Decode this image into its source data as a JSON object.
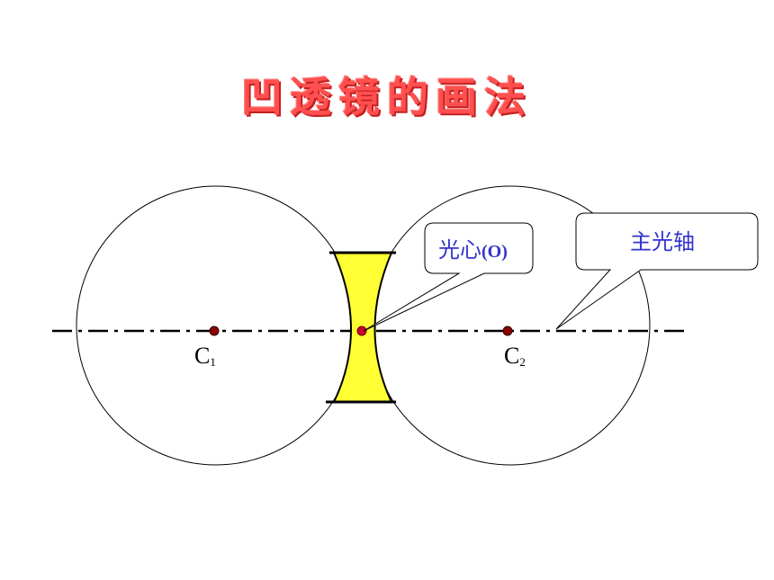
{
  "title": "凹透镜的画法",
  "labels": {
    "c1_main": "C",
    "c1_sub": "1",
    "c2_main": "C",
    "c2_sub": "2"
  },
  "callouts": {
    "optical_center_cn": "光心",
    "optical_center_symbol": "(O)",
    "principal_axis": "主光轴"
  },
  "colors": {
    "title": "#ff4f4f",
    "lens_fill": "#ffff33",
    "callout_text": "#3333cc",
    "point": "#8b0000",
    "optical_center": "#cc0033"
  }
}
